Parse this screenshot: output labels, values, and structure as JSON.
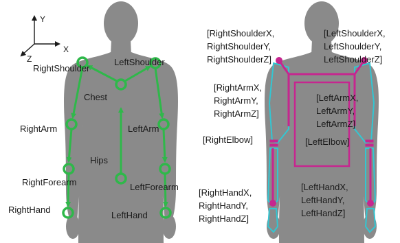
{
  "colors": {
    "body": "#8a8a8a",
    "skeleton": "#2fb84a",
    "joint_marker": "#c6268f",
    "limb_outline": "#33c6d2",
    "text": "#1a1a1a"
  },
  "axes": {
    "y": "Y",
    "x": "X",
    "z": "Z"
  },
  "left_figure": {
    "joints": {
      "right_shoulder": "RightShoulder",
      "left_shoulder": "LeftShoulder",
      "chest": "Chest",
      "right_arm": "RightArm",
      "left_arm": "LeftArm",
      "hips": "Hips",
      "right_forearm": "RightForearm",
      "left_forearm": "LeftForearm",
      "right_hand": "RightHand",
      "left_hand": "LeftHand"
    }
  },
  "right_figure": {
    "right_shoulder": [
      "[RightShoulderX,",
      "RightShoulderY,",
      "RightShoulderZ]"
    ],
    "left_shoulder": [
      "[LeftShoulderX,",
      "LeftShoulderY,",
      "LeftShoulderZ]"
    ],
    "right_arm": [
      "[RightArmX,",
      "RightArmY,",
      "RightArmZ]"
    ],
    "left_arm": [
      "[LeftArmX,",
      "LeftArmY,",
      "LeftArmZ]"
    ],
    "right_elbow": "[RightElbow]",
    "left_elbow": "[LeftElbow]",
    "right_hand": [
      "[RightHandX,",
      "RightHandY,",
      "RightHandZ]"
    ],
    "left_hand": [
      "[LeftHandX,",
      "LeftHandY,",
      "LeftHandZ]"
    ]
  }
}
